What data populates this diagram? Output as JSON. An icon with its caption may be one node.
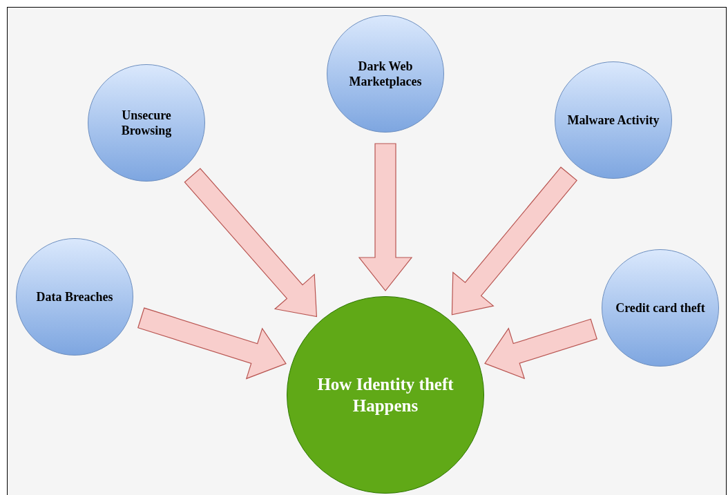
{
  "diagram": {
    "nodes": [
      {
        "text": [
          "Dark Web Marketplaces"
        ]
      },
      {
        "text": [
          "Unsecure Browsing"
        ]
      },
      {
        "text": [
          "Malware Activity"
        ]
      },
      {
        "text": [
          "Data Breaches"
        ]
      },
      {
        "text": [
          "Credit card theft"
        ]
      },
      {
        "text": [
          "How Identity theft Happens"
        ]
      }
    ],
    "edges": [
      {
        "from": 1,
        "to": 5,
        "arrow": "to"
      },
      {
        "from": 0,
        "to": 5,
        "arrow": "to"
      },
      {
        "from": 2,
        "to": 5,
        "arrow": "to"
      },
      {
        "from": 3,
        "to": 5,
        "arrow": "to"
      },
      {
        "from": 4,
        "to": 5,
        "arrow": "to"
      }
    ]
  }
}
